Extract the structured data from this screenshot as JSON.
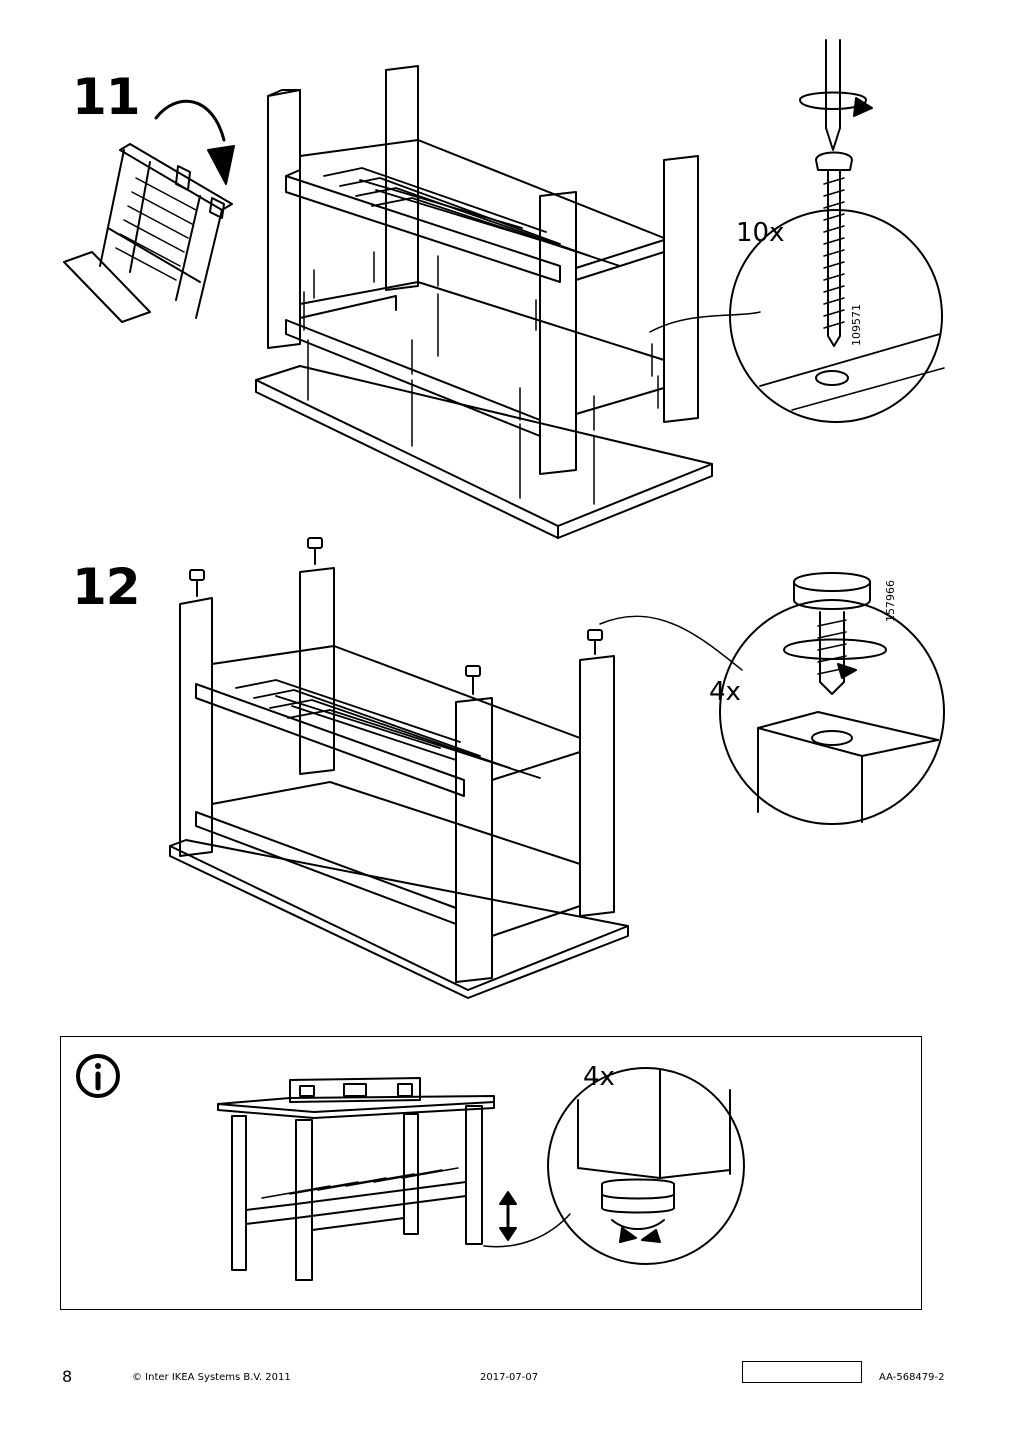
{
  "steps": {
    "step11": {
      "number": "11",
      "quantity": "10x",
      "part_number": "109571"
    },
    "step12": {
      "number": "12",
      "quantity": "4x",
      "part_number": "157966"
    }
  },
  "info_panel": {
    "icon": "info-icon",
    "quantity": "4x"
  },
  "footer": {
    "page_number": "8",
    "copyright": "© Inter IKEA Systems B.V. 2011",
    "date": "2017-07-07",
    "doc_id": "AA-568479-2"
  },
  "colors": {
    "line": "#000000",
    "background": "#ffffff"
  }
}
